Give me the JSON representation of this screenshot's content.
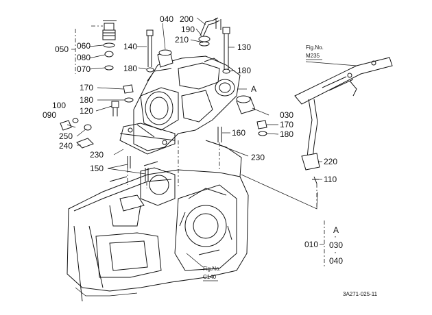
{
  "labels": {
    "p200": "200",
    "p040": "040",
    "p190": "190",
    "p210": "210",
    "p060": "060",
    "p050": "050",
    "p080": "080",
    "p070": "070",
    "p140": "140",
    "p130": "130",
    "p180a": "180",
    "p180b": "180",
    "p180c": "180",
    "p180d": "180",
    "pA": "A",
    "p170a": "170",
    "p170b": "170",
    "p120": "120",
    "p100": "100",
    "p090": "090",
    "p250": "250",
    "p240": "240",
    "p230a": "230",
    "p230b": "230",
    "p150": "150",
    "p160": "160",
    "p030": "030",
    "p220": "220",
    "p110": "110"
  },
  "figrefs": {
    "m235_line1": "Fig.No.",
    "m235_line2": "M235",
    "c140_line1": "Fig.No.",
    "c140_line2": "C140"
  },
  "legend": {
    "group": "010",
    "a": "A",
    "dot": "·",
    "i030": "030",
    "i040": "040"
  },
  "code": "3A271-025-11"
}
